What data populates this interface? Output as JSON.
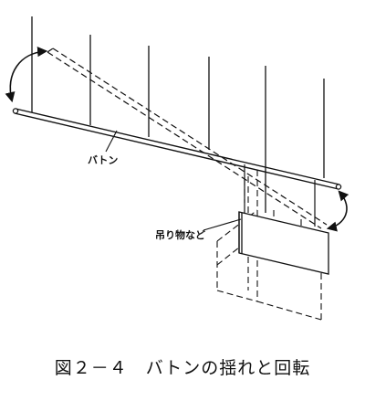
{
  "labels": {
    "batten": "バトン",
    "hanging_object": "吊り物など"
  },
  "caption": "図２－４　バトンの揺れと回転"
}
